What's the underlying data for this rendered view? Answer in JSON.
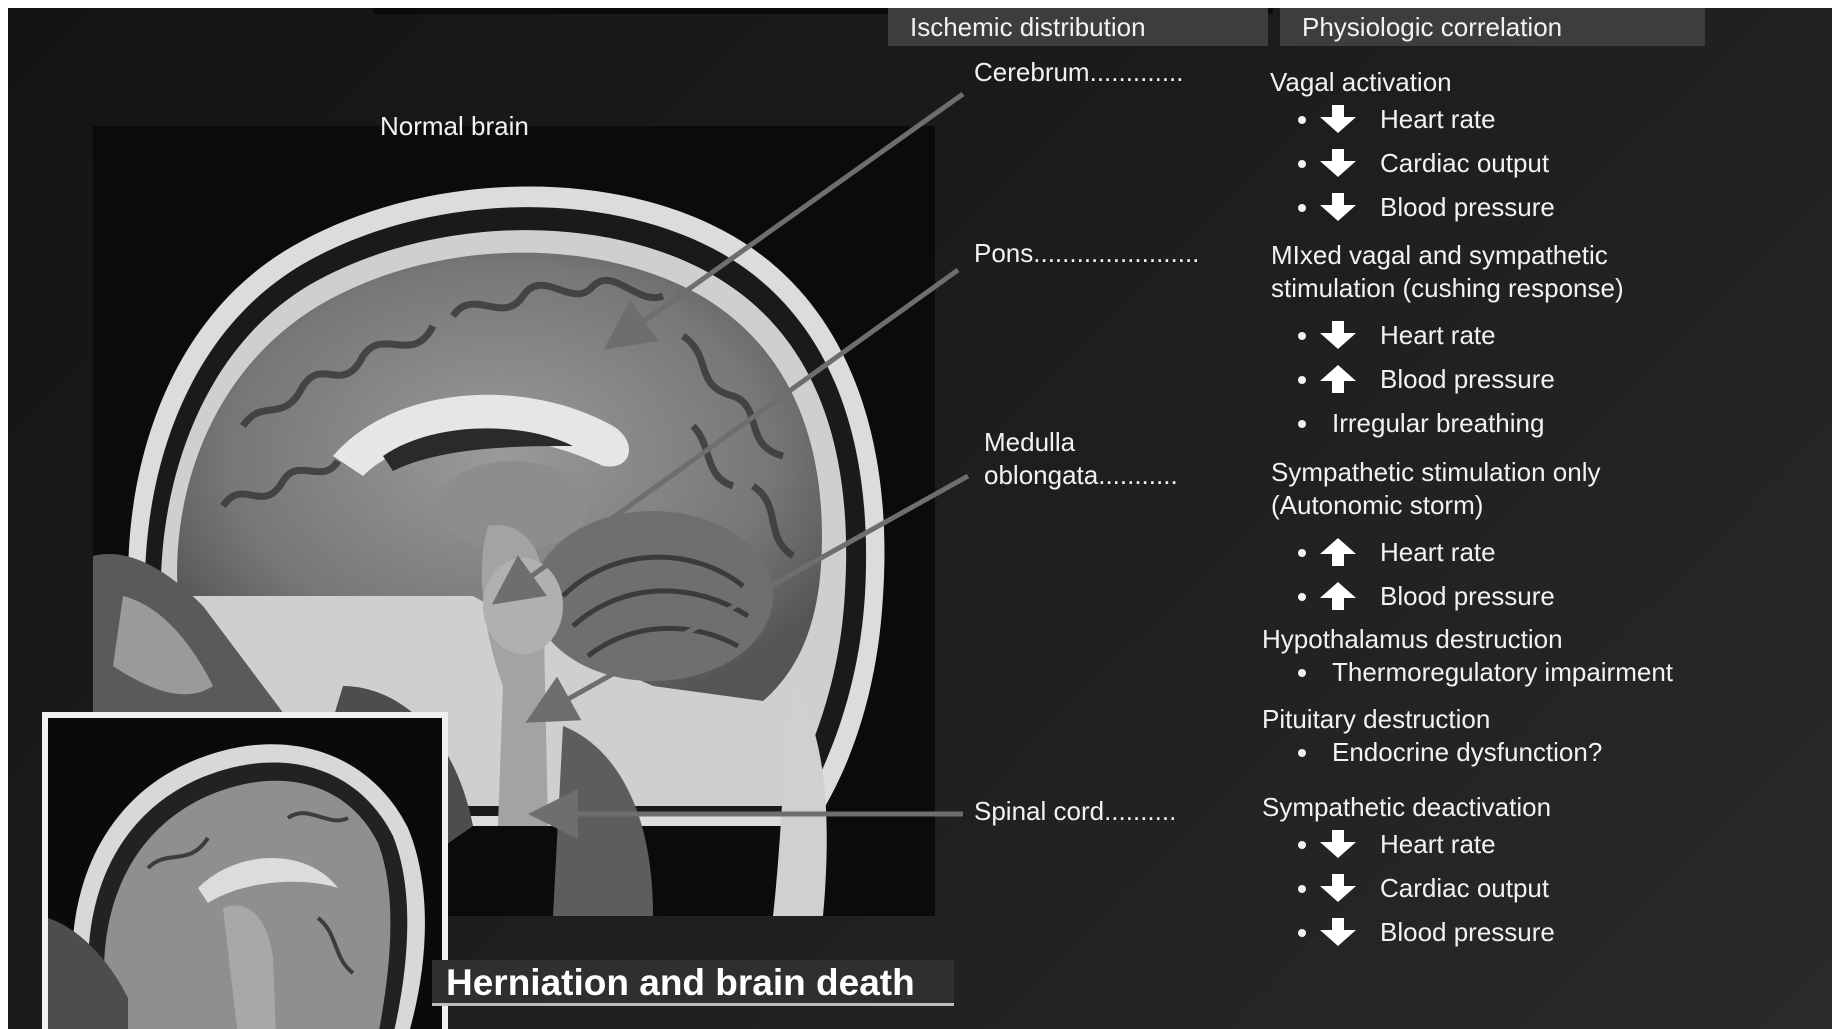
{
  "headers": {
    "ischemic": "Ischemic distribution",
    "physiologic": "Physiologic correlation"
  },
  "image_label": "Normal brain",
  "caption": "Herniation and brain death",
  "regions": [
    {
      "lines": [
        "Cerebrum............."
      ]
    },
    {
      "lines": [
        "Pons......................."
      ]
    },
    {
      "lines": [
        "Medulla",
        "oblongata..........."
      ]
    },
    {
      "lines": [
        "Spinal cord.........."
      ]
    }
  ],
  "correlations": [
    {
      "heading": [
        "Vagal activation"
      ],
      "items": [
        {
          "arrow": "down",
          "text": "Heart rate"
        },
        {
          "arrow": "down",
          "text": "Cardiac output"
        },
        {
          "arrow": "down",
          "text": "Blood pressure"
        }
      ]
    },
    {
      "heading": [
        "MIxed vagal and sympathetic",
        "stimulation (cushing response)"
      ],
      "items": [
        {
          "arrow": "down",
          "text": "Heart rate"
        },
        {
          "arrow": "up",
          "text": "Blood pressure"
        },
        {
          "arrow": "none",
          "text": "Irregular breathing"
        }
      ]
    },
    {
      "heading": [
        "Sympathetic stimulation only",
        "(Autonomic storm)"
      ],
      "items": [
        {
          "arrow": "up",
          "text": "Heart rate"
        },
        {
          "arrow": "up",
          "text": "Blood pressure"
        }
      ]
    },
    {
      "heading": [
        "Hypothalamus destruction"
      ],
      "items": [
        {
          "arrow": "none",
          "text": "Thermoregulatory impairment"
        }
      ]
    },
    {
      "heading": [
        "Pituitary destruction"
      ],
      "items": [
        {
          "arrow": "none",
          "text": "Endocrine dysfunction?"
        }
      ]
    },
    {
      "heading": [
        "Sympathetic deactivation"
      ],
      "items": [
        {
          "arrow": "down",
          "text": "Heart rate"
        },
        {
          "arrow": "down",
          "text": "Cardiac output"
        },
        {
          "arrow": "down",
          "text": "Blood pressure"
        }
      ]
    }
  ],
  "colors": {
    "pointer": "#6e6e6e",
    "header_bg": "#3d3d3d"
  }
}
